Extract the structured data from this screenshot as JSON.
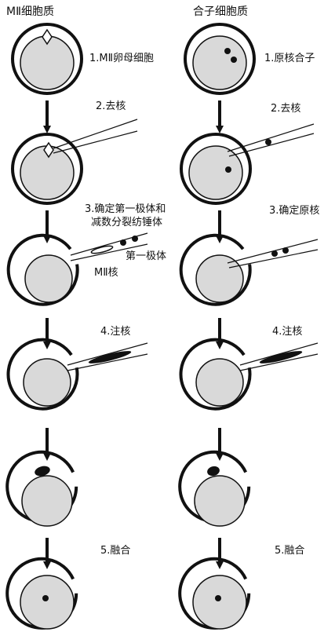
{
  "left": {
    "header": "MⅡ细胞质",
    "step1": "1.MⅡ卵母细胞",
    "step2": "2.去核",
    "step3_line1": "3.确定第一极体和",
    "step3_line2": "减数分裂纺锤体",
    "label_polar_body": "第一极体",
    "label_mii_nucleus": "MⅡ核",
    "step4": "4.注核",
    "step5": "5.融合"
  },
  "right": {
    "header": "合子细胞质",
    "step1": "1.原核合子",
    "step2": "2.去核",
    "step3": "3.确定原核",
    "step4": "4.注核",
    "step5": "5.融合"
  },
  "colors": {
    "stroke": "#111111",
    "cell_fill": "#d9d9d9",
    "background": "#ffffff"
  }
}
